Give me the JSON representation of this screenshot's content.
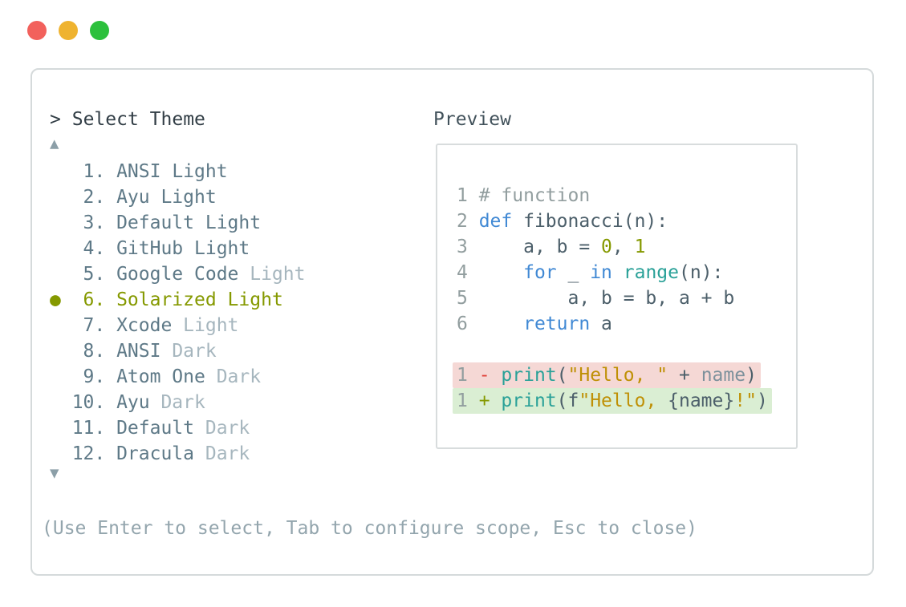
{
  "window": {
    "traffic_lights": [
      {
        "name": "close",
        "color": "#f2615c"
      },
      {
        "name": "minimize",
        "color": "#efb32f"
      },
      {
        "name": "zoom",
        "color": "#2cc03c"
      }
    ]
  },
  "prompt": {
    "caret": ">",
    "title": "Select Theme"
  },
  "scroll": {
    "up_glyph": "▲",
    "down_glyph": "▼"
  },
  "theme_list": {
    "selected_marker": "●",
    "items": [
      {
        "num": "1.",
        "name": "ANSI",
        "suffix": "Light",
        "suffix_muted": false,
        "selected": false
      },
      {
        "num": "2.",
        "name": "Ayu",
        "suffix": "Light",
        "suffix_muted": false,
        "selected": false
      },
      {
        "num": "3.",
        "name": "Default",
        "suffix": "Light",
        "suffix_muted": false,
        "selected": false
      },
      {
        "num": "4.",
        "name": "GitHub",
        "suffix": "Light",
        "suffix_muted": false,
        "selected": false
      },
      {
        "num": "5.",
        "name": "Google Code",
        "suffix": "Light",
        "suffix_muted": true,
        "selected": false
      },
      {
        "num": "6.",
        "name": "Solarized",
        "suffix": "Light",
        "suffix_muted": false,
        "selected": true
      },
      {
        "num": "7.",
        "name": "Xcode",
        "suffix": "Light",
        "suffix_muted": true,
        "selected": false
      },
      {
        "num": "8.",
        "name": "ANSI",
        "suffix": "Dark",
        "suffix_muted": true,
        "selected": false
      },
      {
        "num": "9.",
        "name": "Atom One",
        "suffix": "Dark",
        "suffix_muted": true,
        "selected": false
      },
      {
        "num": "10.",
        "name": "Ayu",
        "suffix": "Dark",
        "suffix_muted": true,
        "selected": false
      },
      {
        "num": "11.",
        "name": "Default",
        "suffix": "Dark",
        "suffix_muted": true,
        "selected": false
      },
      {
        "num": "12.",
        "name": "Dracula",
        "suffix": "Dark",
        "suffix_muted": true,
        "selected": false
      }
    ]
  },
  "footer": {
    "hint": "(Use Enter to select, Tab to configure scope, Esc to close)"
  },
  "preview": {
    "label": "Preview",
    "lines": [
      {
        "type": "code",
        "num": "1",
        "tokens": [
          {
            "c": "comment",
            "t": "# function"
          }
        ]
      },
      {
        "type": "code",
        "num": "2",
        "tokens": [
          {
            "c": "kw",
            "t": "def"
          },
          {
            "c": "plain",
            "t": " fibonacci(n):"
          }
        ]
      },
      {
        "type": "code",
        "num": "3",
        "tokens": [
          {
            "c": "plain",
            "t": "    a, b = "
          },
          {
            "c": "num",
            "t": "0"
          },
          {
            "c": "plain",
            "t": ", "
          },
          {
            "c": "num",
            "t": "1"
          }
        ]
      },
      {
        "type": "code",
        "num": "4",
        "tokens": [
          {
            "c": "plain",
            "t": "    "
          },
          {
            "c": "kw",
            "t": "for"
          },
          {
            "c": "plain",
            "t": " _ "
          },
          {
            "c": "kw",
            "t": "in"
          },
          {
            "c": "plain",
            "t": " "
          },
          {
            "c": "fn",
            "t": "range"
          },
          {
            "c": "plain",
            "t": "(n):"
          }
        ]
      },
      {
        "type": "code",
        "num": "5",
        "tokens": [
          {
            "c": "plain",
            "t": "        a, b = b, a + b"
          }
        ]
      },
      {
        "type": "code",
        "num": "6",
        "tokens": [
          {
            "c": "plain",
            "t": "    "
          },
          {
            "c": "kw",
            "t": "return"
          },
          {
            "c": "plain",
            "t": " a"
          }
        ]
      },
      {
        "type": "blank",
        "num": "",
        "tokens": []
      },
      {
        "type": "removed",
        "num": "1",
        "tokens": [
          {
            "c": "del",
            "t": "- "
          },
          {
            "c": "fn",
            "t": "print"
          },
          {
            "c": "plain",
            "t": "("
          },
          {
            "c": "str",
            "t": "\"Hello, \""
          },
          {
            "c": "plain",
            "t": " + "
          },
          {
            "c": "var",
            "t": "name"
          },
          {
            "c": "plain",
            "t": ")"
          }
        ]
      },
      {
        "type": "added",
        "num": "1",
        "tokens": [
          {
            "c": "add",
            "t": "+ "
          },
          {
            "c": "fn",
            "t": "print"
          },
          {
            "c": "plain",
            "t": "(f"
          },
          {
            "c": "str",
            "t": "\"Hello, "
          },
          {
            "c": "plain",
            "t": "{name}"
          },
          {
            "c": "str",
            "t": "!\""
          },
          {
            "c": "plain",
            "t": ")"
          }
        ]
      }
    ]
  },
  "colors": {
    "panel_border": "#d5dadb",
    "prompt_text": "#313d45",
    "item_text": "#5e7987",
    "item_suffix_muted": "#a6b6be",
    "selected_accent": "#859900",
    "scroll_arrow": "#8c9fa8",
    "footer_text": "#93a5ad",
    "preview_label": "#42525b",
    "line_number": "#929e9f",
    "code_plain": "#4c5f6a",
    "keyword_blue": "#4189d4",
    "function_teal": "#2aa198",
    "string_gold": "#bf9005",
    "diff_minus_red": "#e04138",
    "removed_bg": "#f5d8d5",
    "added_bg": "#daeed3"
  }
}
